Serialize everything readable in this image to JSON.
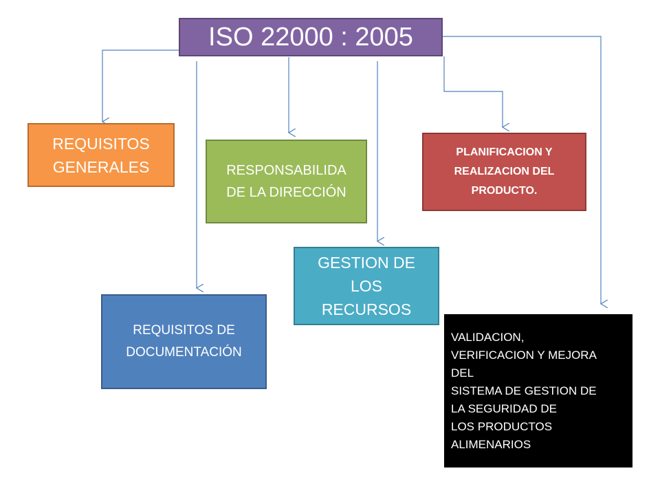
{
  "root": {
    "label": "ISO 22000 : 2005"
  },
  "boxes": {
    "requisitos_generales": {
      "line1": "REQUISITOS",
      "line2": "GENERALES"
    },
    "responsabilidad": {
      "line1": "RESPONSABILIDA",
      "line2": "DE LA DIRECCIÓN"
    },
    "planificacion": {
      "line1": "PLANIFICACION Y",
      "line2": "REALIZACION DEL",
      "line3": "PRODUCTO."
    },
    "recursos": {
      "line1": "GESTION DE",
      "line2": "LOS",
      "line3": "RECURSOS"
    },
    "documentacion": {
      "line1": "REQUISITOS DE",
      "line2": "DOCUMENTACIÓN"
    },
    "validacion": {
      "lines": [
        "VALIDACION,",
        "VERIFICACION Y MEJORA",
        "DEL",
        "SISTEMA DE GESTION DE",
        "LA SEGURIDAD DE",
        "LOS PRODUCTOS",
        "ALIMENARIOS"
      ]
    }
  },
  "colors": {
    "root": "#8064a2",
    "requisitos_generales": "#f79646",
    "responsabilidad": "#9bbb59",
    "planificacion": "#c0504d",
    "recursos": "#4bacc6",
    "documentacion": "#4f81bd",
    "validacion": "#000000",
    "connector": "#4f81bd"
  }
}
